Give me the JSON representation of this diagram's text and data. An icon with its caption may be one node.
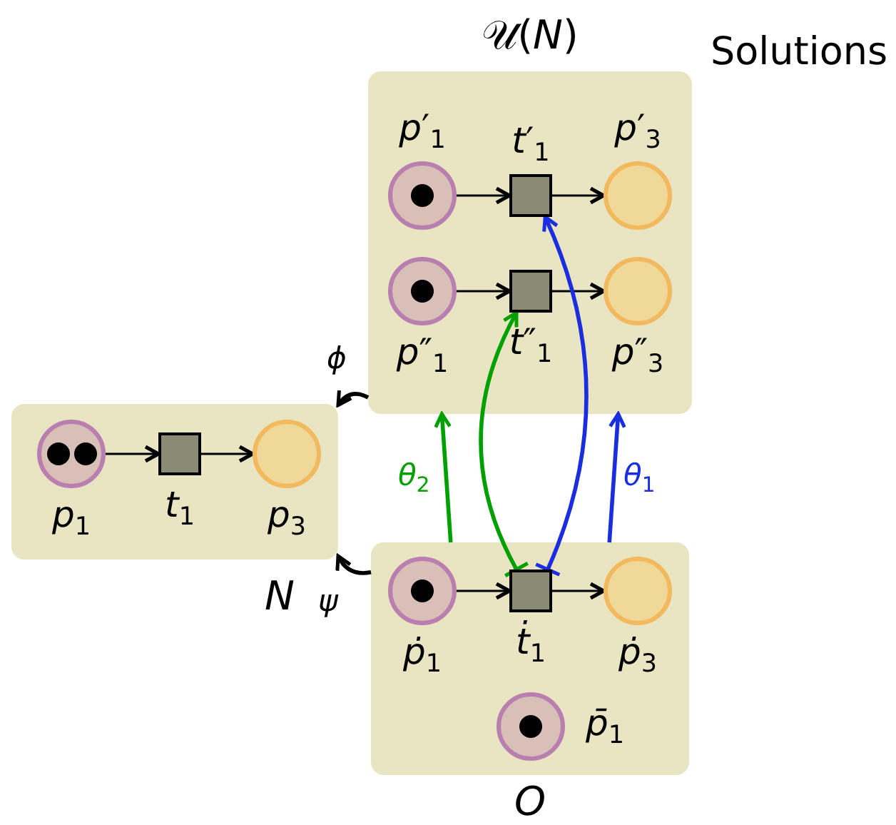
{
  "diagram": {
    "nodes": [
      {
        "text": [
          "𝒰(*N*)"
        ]
      },
      {
        "text": [
          "*p*′$_{1}$"
        ],
        "in": 0
      },
      {
        "text": [
          "*t*′$_{1}$"
        ],
        "in": 0
      },
      {
        "text": [
          "*p*′$_{3}$"
        ],
        "in": 0
      },
      {
        "text": [
          "*p*″$_{1}$"
        ],
        "in": 0
      },
      {
        "text": [
          "*t*″$_{1}$"
        ],
        "in": 0
      },
      {
        "text": [
          "*p*″$_{3}$"
        ],
        "in": 0
      },
      {
        "text": [
          "N"
        ]
      },
      {
        "text": [
          "*p*$_{1}$"
        ],
        "in": 7
      },
      {
        "text": [
          "*t*$_{1}$"
        ],
        "in": 7
      },
      {
        "text": [
          "*p*$_{3}$"
        ],
        "in": 7
      },
      {
        "text": [
          "O"
        ]
      },
      {
        "text": [
          "*ṗ*$_{1}$"
        ],
        "in": 11
      },
      {
        "text": [
          "*ṫ*$_{1}$"
        ],
        "in": 11
      },
      {
        "text": [
          "*ṗ*$_{3}$"
        ],
        "in": 11
      },
      {
        "text": [
          "*p̄*$_{1}$"
        ],
        "in": 11
      }
    ],
    "edges": [
      {
        "from": 1,
        "to": 2,
        "arrow": "to"
      },
      {
        "from": 2,
        "to": 3,
        "arrow": "to"
      },
      {
        "from": 4,
        "to": 5,
        "arrow": "to"
      },
      {
        "from": 5,
        "to": 6,
        "arrow": "to"
      },
      {
        "from": 8,
        "to": 9,
        "arrow": "to"
      },
      {
        "from": 9,
        "to": 10,
        "arrow": "to"
      },
      {
        "from": 12,
        "to": 13,
        "arrow": "to"
      },
      {
        "from": 13,
        "to": 14,
        "arrow": "to"
      },
      {
        "from": 0,
        "to": 7,
        "arrow": "to",
        "label": "ϕ"
      },
      {
        "from": 11,
        "to": 7,
        "arrow": "to",
        "label": "ψ"
      },
      {
        "from": 11,
        "to": 0,
        "arrow": "to",
        "label": "*θ*$_{2}$",
        "color": "#00a000"
      },
      {
        "from": 11,
        "to": 0,
        "arrow": "to",
        "label": "*θ*$_{1}$",
        "color": "#1a2ee0"
      },
      {
        "from": 13,
        "to": 5,
        "arrow": "to",
        "color": "#00a000"
      },
      {
        "from": 13,
        "to": 2,
        "arrow": "to",
        "color": "#1a2ee0"
      }
    ],
    "labels": [
      "Solutions"
    ]
  }
}
